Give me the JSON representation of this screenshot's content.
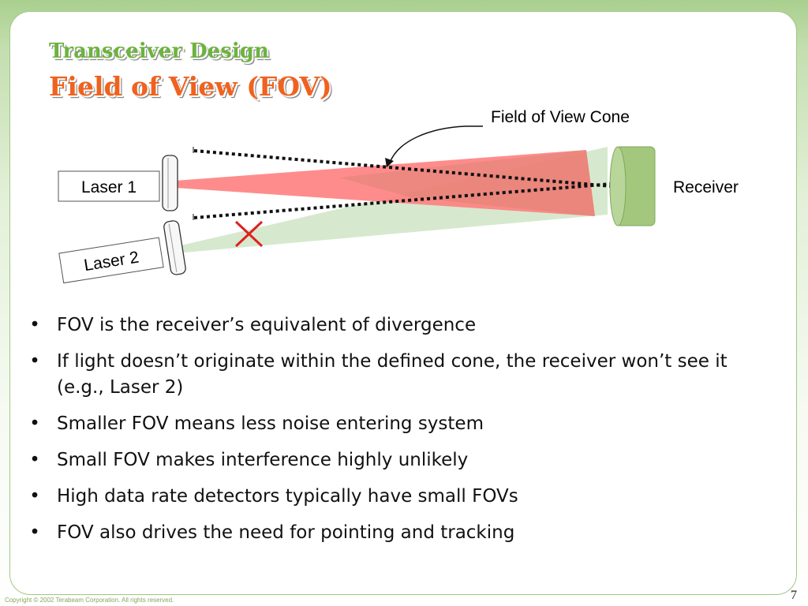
{
  "slide": {
    "title_line1": "Transceiver Design",
    "title_line2": "Field of View (FOV)"
  },
  "diagram": {
    "fov_cone_label": "Field of View Cone",
    "laser1_label": "Laser 1",
    "laser2_label": "Laser 2",
    "receiver_label": "Receiver",
    "colors": {
      "laser1_beam": "#ff8080",
      "laser2_beam": "#cfe5c6",
      "receiver": "#a2c77d",
      "reject_mark": "#e02020",
      "fov_cone": "#111111"
    }
  },
  "bullets": [
    "FOV is the receiver’s equivalent of divergence",
    "If light doesn’t originate within the defined cone, the receiver won’t see it (e.g., Laser 2)",
    "Smaller FOV means less noise entering system",
    "Small FOV makes interference highly unlikely",
    "High data rate detectors typically have small FOVs",
    "FOV also drives the need for pointing and tracking"
  ],
  "footer": {
    "copyright": "Copyright © 2002 Terabeam Corporation. All rights reserved.",
    "page_number": "7"
  }
}
